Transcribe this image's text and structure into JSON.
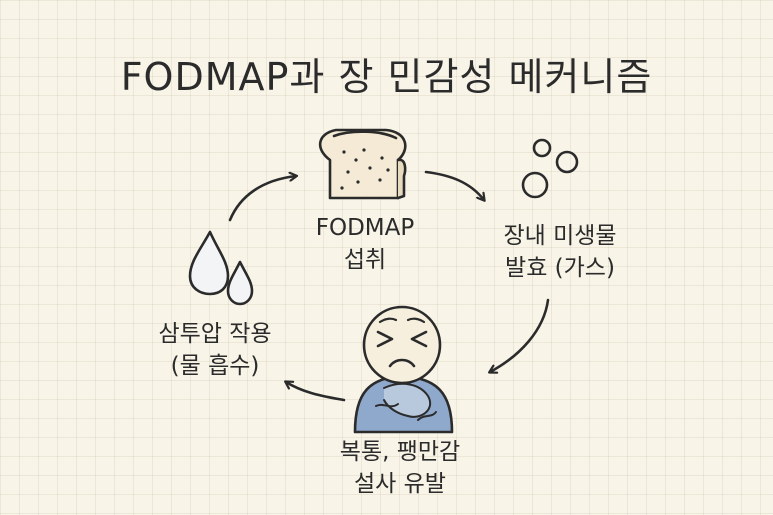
{
  "title": "FODMAP과 장 민감성 메커니즘",
  "steps": {
    "intake": {
      "line1": "FODMAP",
      "line2": "섭취"
    },
    "fermentation": {
      "line1": "장내 미생물",
      "line2": "발효 (가스)"
    },
    "symptoms": {
      "line1": "복통, 팽만감",
      "line2": "설사 유발"
    },
    "osmotic": {
      "line1": "삼투압 작용",
      "line2": "(물 흡수)"
    }
  },
  "colors": {
    "ink": "#2b2b2b",
    "background": "#f8f4e8",
    "bread": "#f4ead5",
    "water": "#f2f4f5",
    "belly": "#8fa9cc",
    "face": "#f6efde"
  }
}
